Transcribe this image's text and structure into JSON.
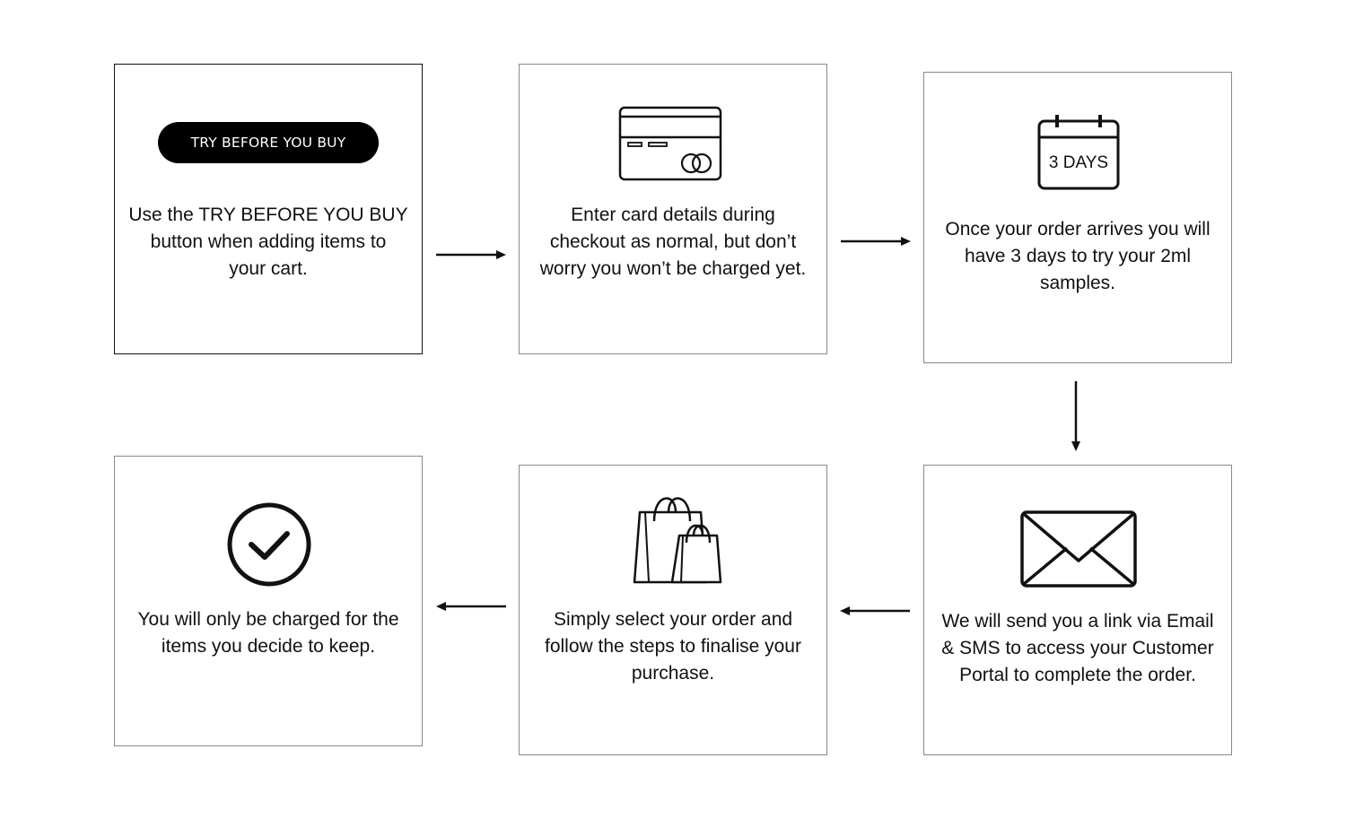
{
  "steps": [
    {
      "button_label": "TRY BEFORE YOU BUY",
      "text": "Use the TRY BEFORE YOU BUY\nbutton when adding items to\nyour cart.",
      "icon": "pill-button"
    },
    {
      "text": "Enter card details during\ncheckout as normal, but don’t\nworry you won’t be charged yet.",
      "icon": "credit-card-icon"
    },
    {
      "calendar_label": "3 DAYS",
      "text": "Once your order arrives you will\nhave 3 days to try your 2ml\nsamples.",
      "icon": "calendar-icon"
    },
    {
      "text": "We will send you a link via Email\n& SMS to access your Customer\nPortal to complete the order.",
      "icon": "envelope-icon"
    },
    {
      "text": "Simply select your order and\nfollow the steps to finalise your\npurchase.",
      "icon": "shopping-bags-icon"
    },
    {
      "text": "You will only be charged for the\nitems you decide to keep.",
      "icon": "checkmark-circle-icon"
    }
  ],
  "flow_arrows": [
    "right",
    "right",
    "down",
    "left",
    "left"
  ]
}
